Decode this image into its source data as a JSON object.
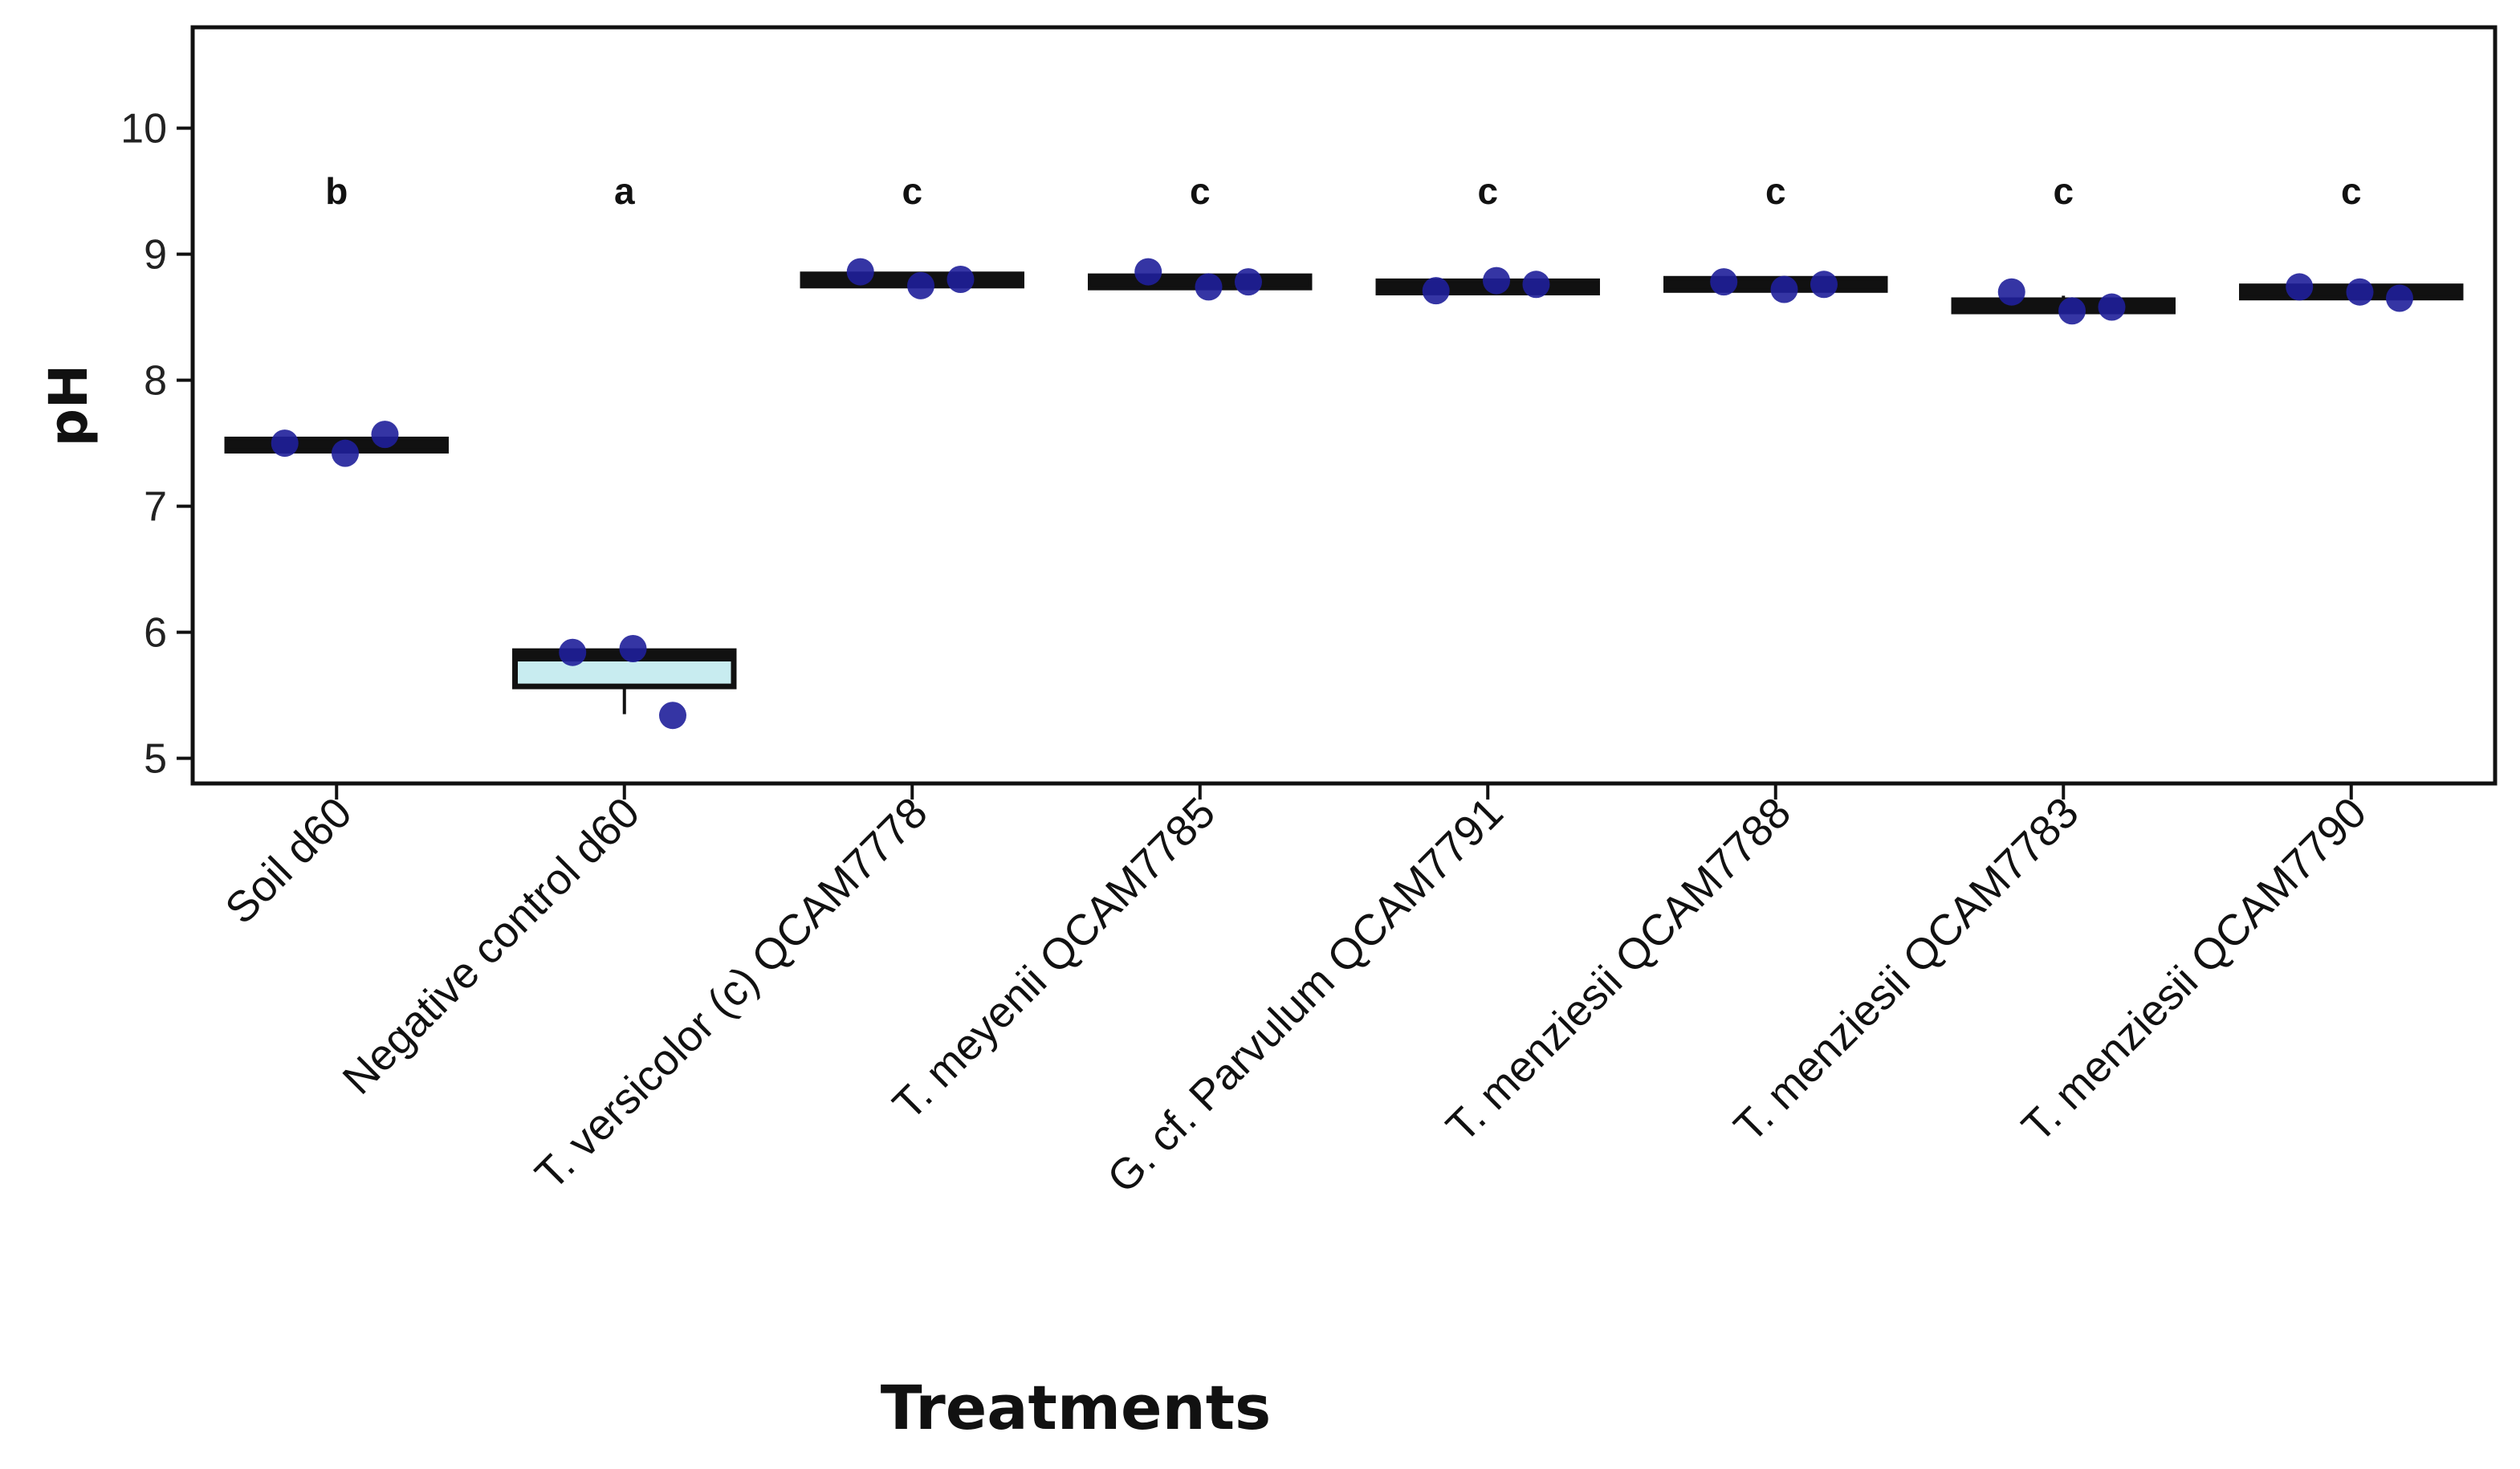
{
  "chart_data": {
    "type": "boxplot",
    "xlabel": "Treatments",
    "ylabel": "pH",
    "ylim": [
      4.8,
      10.8
    ],
    "yticks": [
      5,
      6,
      7,
      8,
      9,
      10
    ],
    "grid": false,
    "box_fill": "#c8ecf0",
    "point_color": "#1f1f9a",
    "categories": [
      "Soil d60",
      "Negative control d60",
      "T. versicolor (c) QCAM7778",
      "T. meyenii QCAM7785",
      "G. cf. Parvulum QCAM7791",
      "T. menziesii QCAM7788",
      "T. menziesii QCAM7783",
      "T. menziesii QCAM7790"
    ],
    "group_letters": [
      "b",
      "a",
      "c",
      "c",
      "c",
      "c",
      "c",
      "c"
    ],
    "boxes": [
      {
        "min": 7.43,
        "q1": 7.45,
        "median": 7.49,
        "q3": 7.52,
        "max": 7.55
      },
      {
        "min": 5.35,
        "q1": 5.57,
        "median": 5.8,
        "q3": 5.85,
        "max": 5.87
      },
      {
        "min": 8.76,
        "q1": 8.77,
        "median": 8.8,
        "q3": 8.82,
        "max": 8.84
      },
      {
        "min": 8.75,
        "q1": 8.76,
        "median": 8.78,
        "q3": 8.8,
        "max": 8.82
      },
      {
        "min": 8.71,
        "q1": 8.72,
        "median": 8.74,
        "q3": 8.76,
        "max": 8.78
      },
      {
        "min": 8.72,
        "q1": 8.74,
        "median": 8.76,
        "q3": 8.78,
        "max": 8.8
      },
      {
        "min": 8.53,
        "q1": 8.55,
        "median": 8.59,
        "q3": 8.63,
        "max": 8.67
      },
      {
        "min": 8.66,
        "q1": 8.68,
        "median": 8.7,
        "q3": 8.72,
        "max": 8.74
      }
    ],
    "points": [
      [
        7.5,
        7.42,
        7.57
      ],
      [
        5.84,
        5.87,
        5.34
      ],
      [
        8.86,
        8.75,
        8.8
      ],
      [
        8.86,
        8.74,
        8.78
      ],
      [
        8.71,
        8.79,
        8.76
      ],
      [
        8.78,
        8.72,
        8.76
      ],
      [
        8.7,
        8.55,
        8.58
      ],
      [
        8.74,
        8.7,
        8.65
      ]
    ]
  }
}
